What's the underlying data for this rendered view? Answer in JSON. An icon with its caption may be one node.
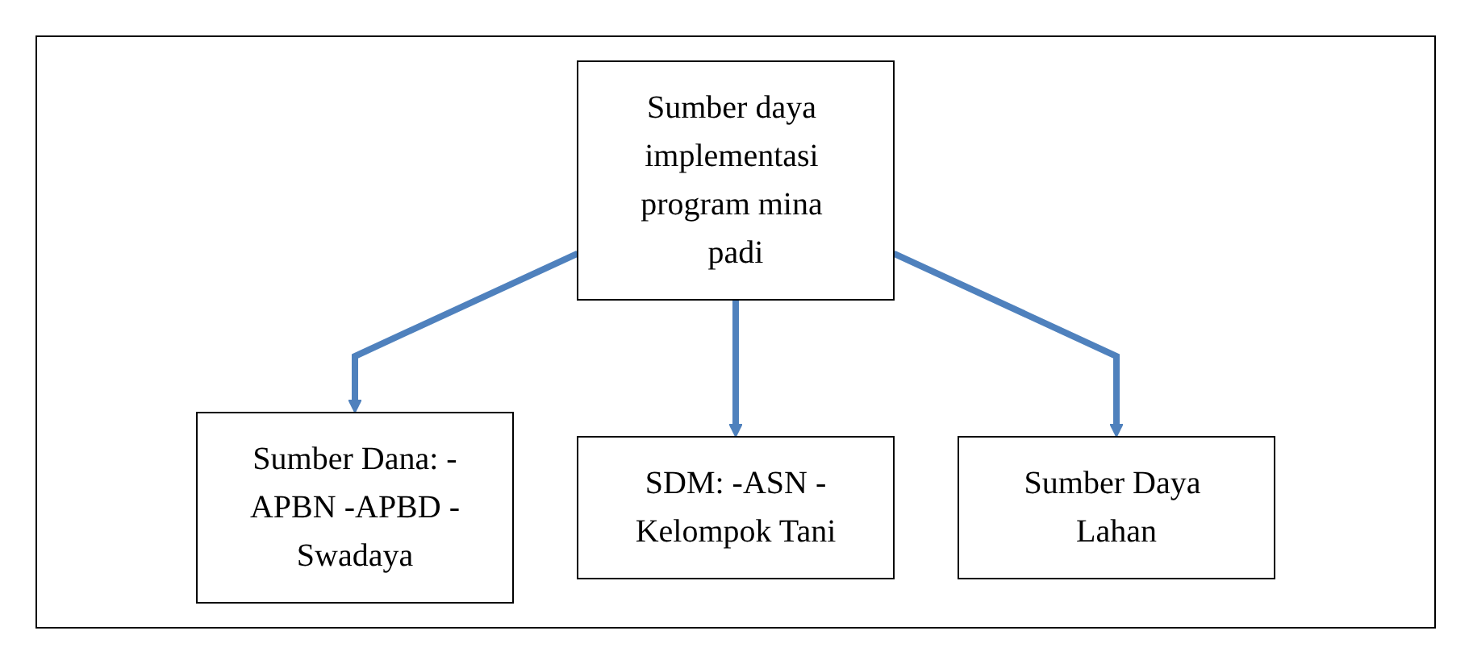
{
  "diagram": {
    "nodes": [
      {
        "text": [
          "Sumber daya implementasi program mina padi"
        ]
      },
      {
        "text": [
          "Sumber Dana: -APBN -APBD -Swadaya"
        ]
      },
      {
        "text": [
          "SDM: -ASN -Kelompok Tani"
        ]
      },
      {
        "text": [
          "Sumber Daya Lahan"
        ]
      }
    ],
    "edges": [
      {
        "from": 0,
        "to": 1,
        "arrow": "to"
      },
      {
        "from": 0,
        "to": 2,
        "arrow": "to"
      },
      {
        "from": 0,
        "to": 3,
        "arrow": "to"
      }
    ]
  }
}
